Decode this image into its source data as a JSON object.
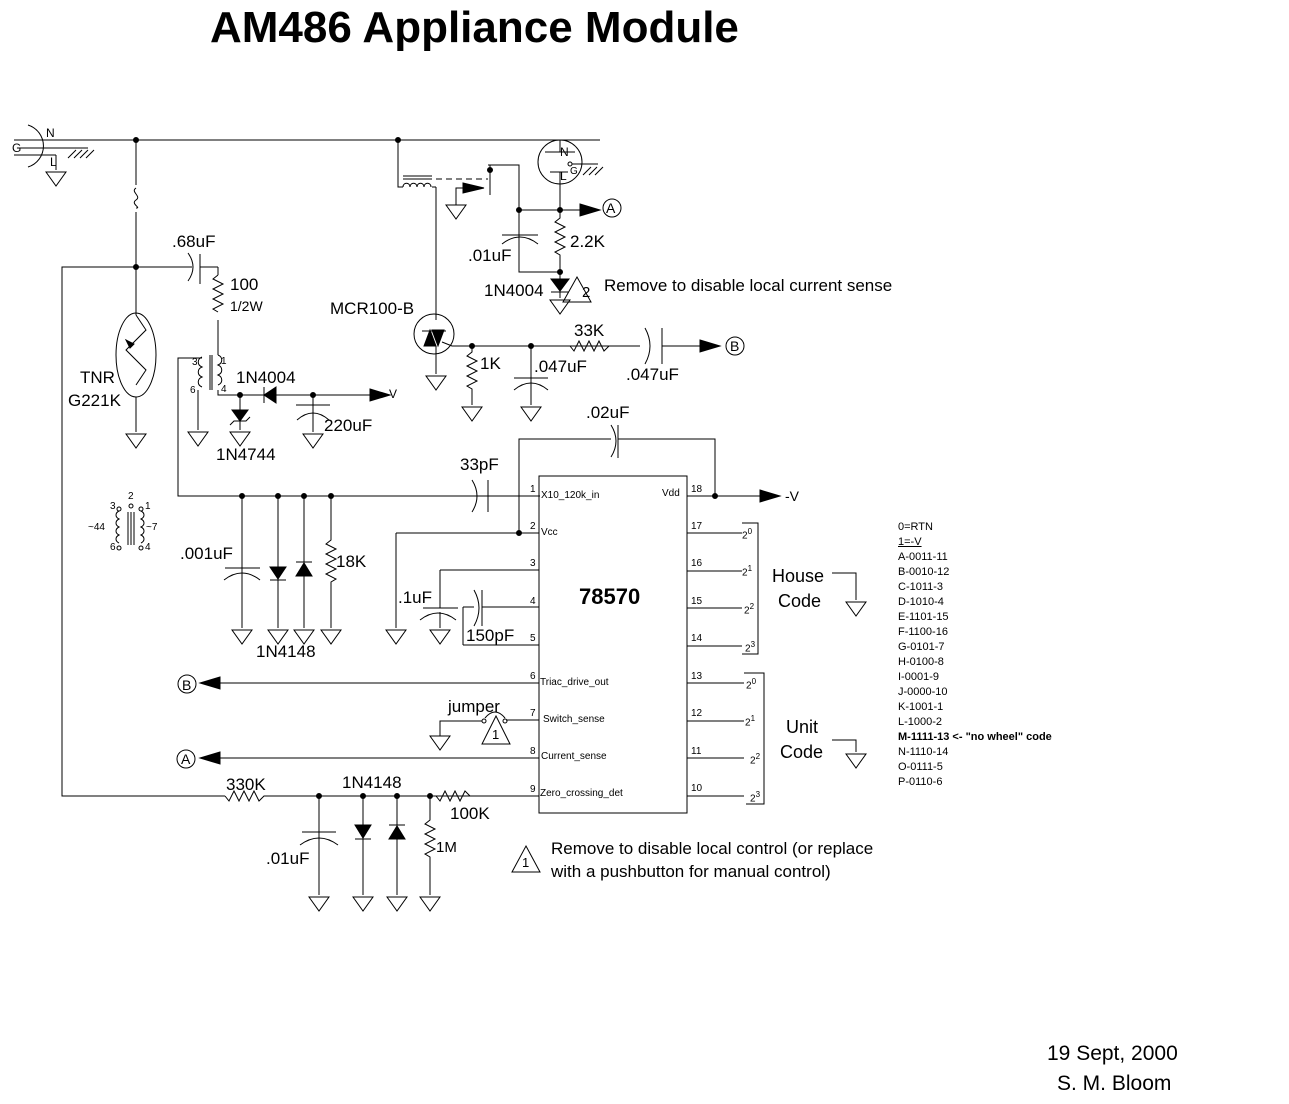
{
  "title": "AM486 Appliance Module",
  "ic": {
    "part": "78570",
    "pins_left": [
      {
        "num": "1",
        "name": "X10_120k_in"
      },
      {
        "num": "2",
        "name": "Vcc"
      },
      {
        "num": "3",
        "name": ""
      },
      {
        "num": "4",
        "name": ""
      },
      {
        "num": "5",
        "name": ""
      },
      {
        "num": "6",
        "name": "Triac_drive_out"
      },
      {
        "num": "7",
        "name": "Switch_sense"
      },
      {
        "num": "8",
        "name": "Current_sense"
      },
      {
        "num": "9",
        "name": "Zero_crossing_det"
      }
    ],
    "pins_right": [
      {
        "num": "18",
        "name": "Vdd"
      },
      {
        "num": "17",
        "name": "2^0"
      },
      {
        "num": "16",
        "name": "2^1"
      },
      {
        "num": "15",
        "name": "2^2"
      },
      {
        "num": "14",
        "name": "2^3"
      },
      {
        "num": "13",
        "name": "2^0"
      },
      {
        "num": "12",
        "name": "2^1"
      },
      {
        "num": "11",
        "name": "2^2"
      },
      {
        "num": "10",
        "name": "2^3"
      }
    ]
  },
  "components": {
    "plug_in": {
      "n": "N",
      "g": "G",
      "l": "L"
    },
    "plug_out": {
      "n": "N",
      "g": "G",
      "l": "L"
    },
    "c_068": ".68uF",
    "r_100": "100",
    "r_100_power": "1/2W",
    "tnr_line1": "TNR",
    "tnr_line2": "G221K",
    "xfmr_pins": {
      "p1": "1",
      "p3": "3",
      "p4": "4",
      "p6": "6"
    },
    "d_1n4004_a": "1N4004",
    "d_1n4744": "1N4744",
    "c_220": "220uF",
    "neg_v": "-V",
    "scr": "MCR100-B",
    "c_001_top": ".01uF",
    "r_22k": "2.2K",
    "d_1n4004_b": "1N4004",
    "note2_num": "2",
    "note2_text": "Remove to disable local current sense",
    "r_1k": "1K",
    "c_047_a": ".047uF",
    "r_33k": "33K",
    "c_047_b": ".047uF",
    "c_02": ".02uF",
    "c_33p": "33pF",
    "c_0001": ".001uF",
    "d_1n4148_a": "1N4148",
    "r_18k": "18K",
    "c_01u": ".1uF",
    "c_150p": "150pF",
    "jumper": "jumper",
    "note1_num": "1",
    "r_330k": "330K",
    "d_1n4148_b": "1N4148",
    "r_100k": "100K",
    "c_001_bot": ".01uF",
    "r_1m": "1M",
    "node_a": "A",
    "node_b": "B",
    "house_code_1": "House",
    "house_code_2": "Code",
    "unit_code_1": "Unit",
    "unit_code_2": "Code"
  },
  "legend_xfmr": {
    "p1": "1",
    "p2": "2",
    "p3": "3",
    "p4": "4",
    "p6": "6",
    "left": "~44",
    "right": "~7"
  },
  "note1": {
    "line1": "Remove to disable local control (or replace",
    "line2": "with a pushbutton for manual control)"
  },
  "code_table": {
    "header0": "0=RTN",
    "header1": "1=-V",
    "rows": [
      "A-0011-11",
      "B-0010-12",
      "C-1011-3",
      "D-1010-4",
      "E-1101-15",
      "F-1100-16",
      "G-0101-7",
      "H-0100-8",
      "I-0001-9",
      "J-0000-10",
      "K-1001-1",
      "L-1000-2"
    ],
    "highlight": "M-1111-13 <- \"no wheel\" code",
    "rows_after": [
      "N-1110-14",
      "O-0111-5",
      "P-0110-6"
    ]
  },
  "footer": {
    "date": "19 Sept, 2000",
    "author": "S. M. Bloom"
  }
}
